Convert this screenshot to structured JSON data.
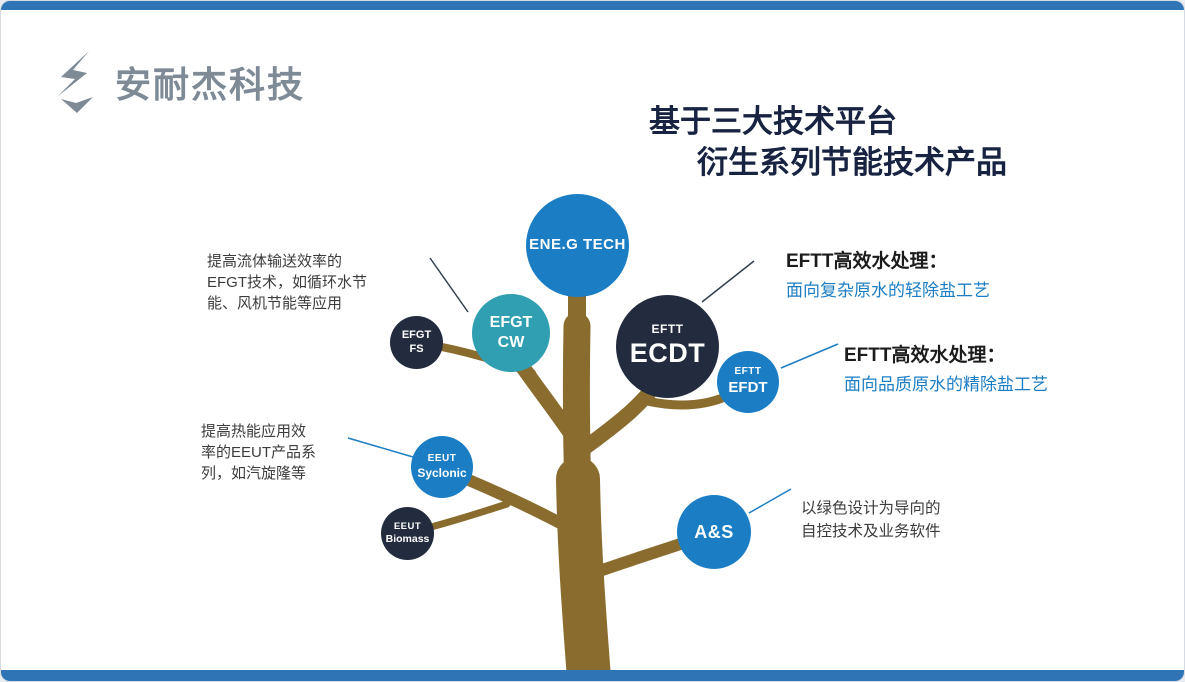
{
  "colors": {
    "accent_bar_blue": "#2f74b5",
    "node_blue": "#1b7ec4",
    "node_teal": "#2f9fb1",
    "node_navy": "#232b3e",
    "trunk_brown": "#8a6d2e",
    "title_navy": "#172340",
    "logo_gray": "#7e8a96",
    "link_blue": "#1b7ec4",
    "text_dark": "#3c3c3c"
  },
  "header": {
    "logo_text": "安耐杰科技",
    "title_line1": "基于三大技术平台",
    "title_line2": "衍生系列节能技术产品"
  },
  "nodes": {
    "ene_g": {
      "label": "ENE.G TECH"
    },
    "efgt_cw": {
      "line1": "EFGT",
      "line2": "CW"
    },
    "efgt_fs": {
      "line1": "EFGT",
      "line2": "FS"
    },
    "ecdt": {
      "line1": "EFTT",
      "line2": "ECDT"
    },
    "efdt": {
      "line1": "EFTT",
      "line2": "EFDT"
    },
    "eeut_syclonic": {
      "line1": "EEUT",
      "line2": "Syclonic"
    },
    "eeut_biomass": {
      "line1": "EEUT",
      "line2": "Biomass"
    },
    "a_and_s": {
      "label": "A&S"
    }
  },
  "annotations": {
    "efgt": {
      "lines": [
        "提高流体输送效率的",
        "EFGT技术，如循环水节",
        "能、风机节能等应用"
      ]
    },
    "eeut": {
      "lines": [
        "提高热能应用效",
        "率的EEUT产品系",
        "列，如汽旋隆等"
      ]
    },
    "eftt1": {
      "title": "EFTT高效水处理：",
      "desc": "面向复杂原水的轻除盐工艺"
    },
    "eftt2": {
      "title": "EFTT高效水处理：",
      "desc": "面向品质原水的精除盐工艺"
    },
    "a_and_s": {
      "lines": [
        "以绿色设计为导向的",
        "自控技术及业务软件"
      ]
    }
  }
}
